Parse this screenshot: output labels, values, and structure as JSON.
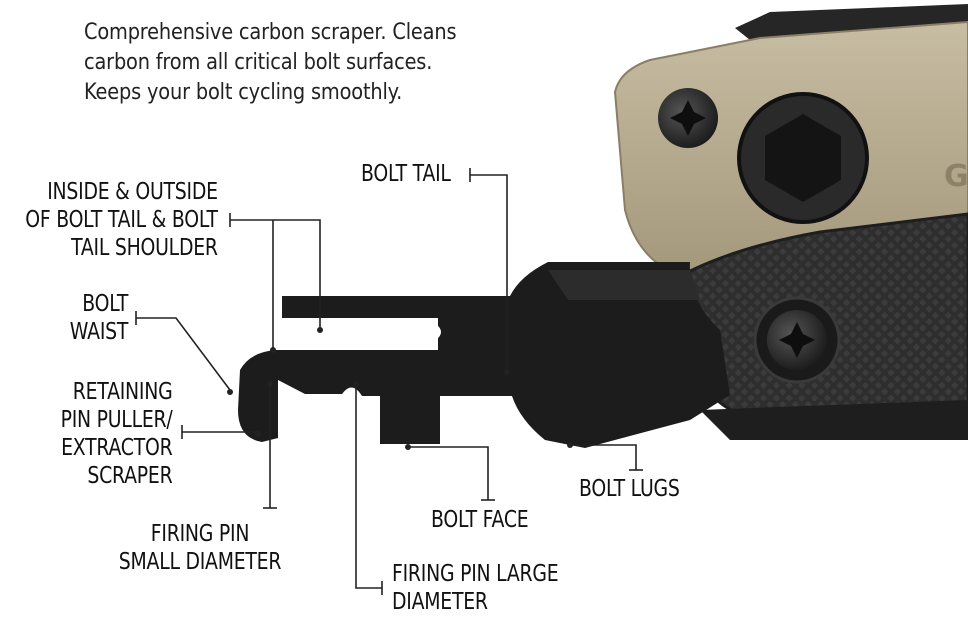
{
  "description": {
    "lines": [
      "Comprehensive carbon scraper. Cleans",
      "carbon from all critical bolt surfaces.",
      "Keeps your bolt cycling smoothly."
    ]
  },
  "callouts": {
    "bolt_tail": "BOLT TAIL",
    "inside_outside": [
      "INSIDE & OUTSIDE",
      "OF BOLT TAIL & BOLT",
      "TAIL SHOULDER"
    ],
    "bolt_waist": [
      "BOLT",
      "WAIST"
    ],
    "retaining_pin": [
      "RETAINING",
      "PIN PULLER/",
      "EXTRACTOR",
      "SCRAPER"
    ],
    "firing_pin_small": [
      "FIRING PIN",
      "SMALL DIAMETER"
    ],
    "firing_pin_large": [
      "FIRING PIN LARGE",
      "DIAMETER"
    ],
    "bolt_face": "BOLT FACE",
    "bolt_lugs": "BOLT LUGS"
  },
  "tool_logo_fragment": "G",
  "colors": {
    "tan_body": "#b3a88e",
    "black_grip": "#2b2b2b",
    "scraper_blade": "#1c1c1c",
    "leader_line": "#222222"
  }
}
